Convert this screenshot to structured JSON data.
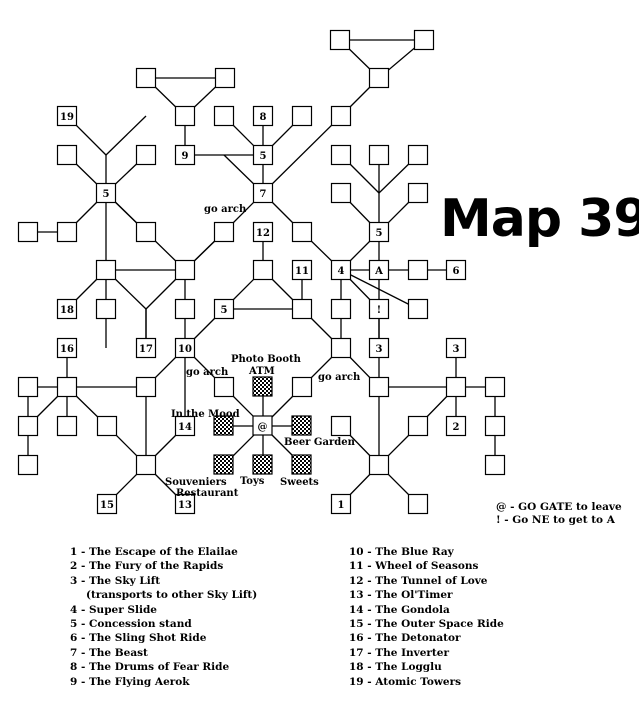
{
  "title": "Map 39",
  "node_labels": {
    "n19": "19",
    "n8": "8",
    "n9": "9",
    "n5a": "5",
    "n5b": "5",
    "n7": "7",
    "n12": "12",
    "n5c": "5",
    "n6": "6",
    "n4": "4",
    "nA": "A",
    "n11": "11",
    "n18": "18",
    "n5d": "5",
    "nExcl": "!",
    "n3a": "3",
    "n17": "17",
    "n16": "16",
    "n10": "10",
    "n3b": "3",
    "n14": "14",
    "n2": "2",
    "n15": "15",
    "n13": "13",
    "n1": "1"
  },
  "gate_symbol": "@",
  "annotations": {
    "go_arch_top": "go arch",
    "go_arch_left": "go arch",
    "go_arch_right": "go arch",
    "photo_booth": "Photo Booth",
    "atm": "ATM",
    "in_the_mood": "In the Mood",
    "beer_garden": "Beer Garden",
    "toys": "Toys",
    "sweets": "Sweets",
    "souveniers": "Souveniers",
    "restaurant": "Restaurant"
  },
  "notes": {
    "gate": "@ - GO GATE to leave",
    "arrow": "! - Go NE to get to A"
  },
  "legend_left": [
    "1 - The Escape of the Elailae",
    "2 - The Fury of the Rapids",
    "3 - The Sky Lift",
    "(transports to other Sky Lift)",
    "4 - Super Slide",
    "5 - Concession stand",
    "6 - The Sling Shot Ride",
    "7 - The Beast",
    "8 - The Drums of Fear Ride",
    "9 - The Flying Aerok"
  ],
  "legend_right": [
    "10 - The Blue Ray",
    "11 - Wheel of Seasons",
    "12 - The Tunnel of Love",
    "13 - The Ol'Timer",
    "14 - The Gondola",
    "15 - The Outer Space Ride",
    "16 - The Detonator",
    "17 - The Inverter",
    "18 - The Logglu",
    "19 - Atomic Towers"
  ]
}
